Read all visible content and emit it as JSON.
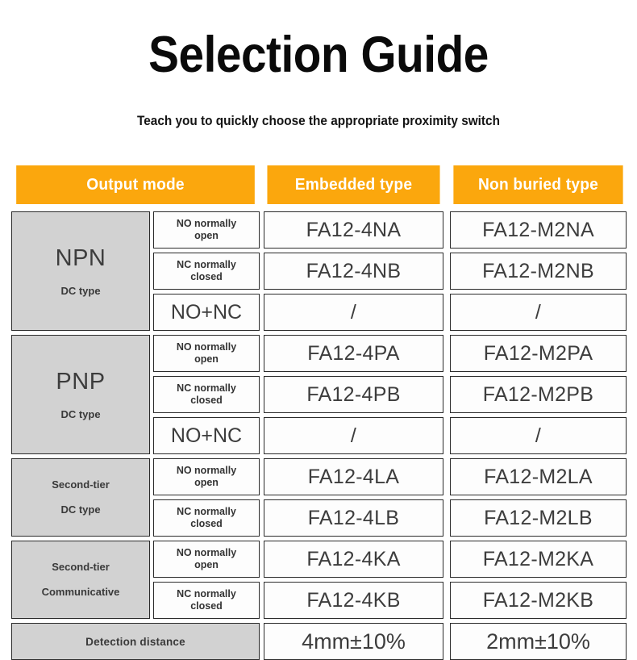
{
  "header": {
    "title": "Selection Guide",
    "subtitle": "Teach you to quickly choose the appropriate proximity switch"
  },
  "colors": {
    "accent_orange": "#FBA70D",
    "label_gray": "#D2D2D2",
    "border": "#2b2b2b",
    "text_dark": "#3d3d3d"
  },
  "table": {
    "columns": [
      {
        "label": "Output mode"
      },
      {
        "label": "Embedded type"
      },
      {
        "label": "Non buried type"
      }
    ],
    "groups": [
      {
        "name": "NPN",
        "subtitle": "DC type",
        "style": "big",
        "rows": [
          {
            "mode": "NO normally\nopen",
            "mode_style": "small",
            "embedded": "FA12-4NA",
            "non_buried": "FA12-M2NA"
          },
          {
            "mode": "NC normally\nclosed",
            "mode_style": "small",
            "embedded": "FA12-4NB",
            "non_buried": "FA12-M2NB"
          },
          {
            "mode": "NO+NC",
            "mode_style": "large",
            "embedded": "/",
            "non_buried": "/"
          }
        ]
      },
      {
        "name": "PNP",
        "subtitle": "DC type",
        "style": "big",
        "rows": [
          {
            "mode": "NO normally\nopen",
            "mode_style": "small",
            "embedded": "FA12-4PA",
            "non_buried": "FA12-M2PA"
          },
          {
            "mode": "NC normally\nclosed",
            "mode_style": "small",
            "embedded": "FA12-4PB",
            "non_buried": "FA12-M2PB"
          },
          {
            "mode": "NO+NC",
            "mode_style": "large",
            "embedded": "/",
            "non_buried": "/"
          }
        ]
      },
      {
        "name": "Second-tier",
        "subtitle": "DC type",
        "style": "small",
        "rows": [
          {
            "mode": "NO normally\nopen",
            "mode_style": "small",
            "embedded": "FA12-4LA",
            "non_buried": "FA12-M2LA"
          },
          {
            "mode": "NC normally\nclosed",
            "mode_style": "small",
            "embedded": "FA12-4LB",
            "non_buried": "FA12-M2LB"
          }
        ]
      },
      {
        "name": "Second-tier",
        "subtitle": "Communicative",
        "style": "small",
        "rows": [
          {
            "mode": "NO normally\nopen",
            "mode_style": "small",
            "embedded": "FA12-4KA",
            "non_buried": "FA12-M2KA"
          },
          {
            "mode": "NC normally\nclosed",
            "mode_style": "small",
            "embedded": "FA12-4KB",
            "non_buried": "FA12-M2KB"
          }
        ]
      }
    ],
    "footer": {
      "label": "Detection distance",
      "embedded": "4mm±10%",
      "non_buried": "2mm±10%"
    }
  }
}
